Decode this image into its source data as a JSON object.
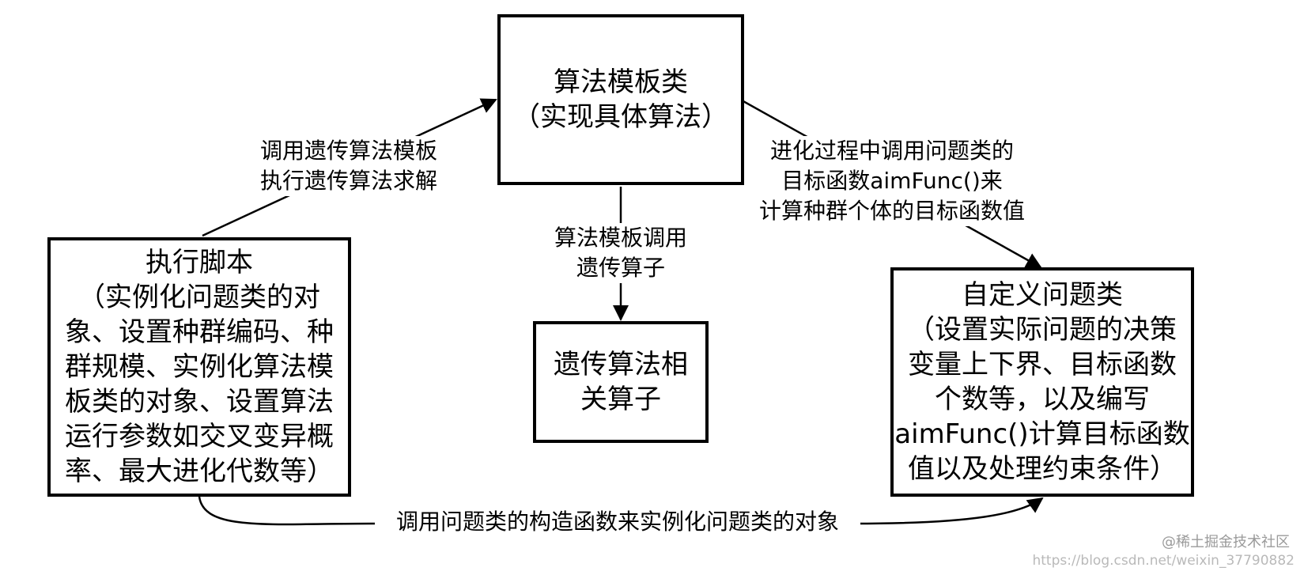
{
  "nodes": {
    "template": {
      "lines": [
        "算法模板类",
        "（实现具体算法）"
      ]
    },
    "script": {
      "lines": [
        "执行脚本",
        "（实例化问题类的对",
        "象、设置种群编码、种",
        "群规模、实例化算法模",
        "板类的对象、设置算法",
        "运行参数如交叉变异概",
        "率、最大进化代数等）"
      ]
    },
    "operators": {
      "lines": [
        "遗传算法相",
        "关算子"
      ]
    },
    "problem": {
      "lines": [
        "自定义问题类",
        "（设置实际问题的决策",
        "变量上下界、目标函数",
        "个数等，以及编写",
        "aimFunc()计算目标函数",
        "值以及处理约束条件）"
      ]
    }
  },
  "edges": {
    "script_to_template": {
      "lines": [
        "调用遗传算法模板",
        "执行遗传算法求解"
      ]
    },
    "template_to_operators": {
      "lines": [
        "算法模板调用",
        "遗传算子"
      ]
    },
    "template_to_problem": {
      "lines": [
        "进化过程中调用问题类的",
        "目标函数aimFunc()来",
        "计算种群个体的目标函数值"
      ]
    },
    "script_to_problem": {
      "lines": [
        "调用问题类的构造函数来实例化问题类的对象"
      ]
    }
  },
  "watermark": {
    "brand": "@稀土掘金技术社区",
    "url": "https://blog.csdn.net/weixin_37790882"
  }
}
